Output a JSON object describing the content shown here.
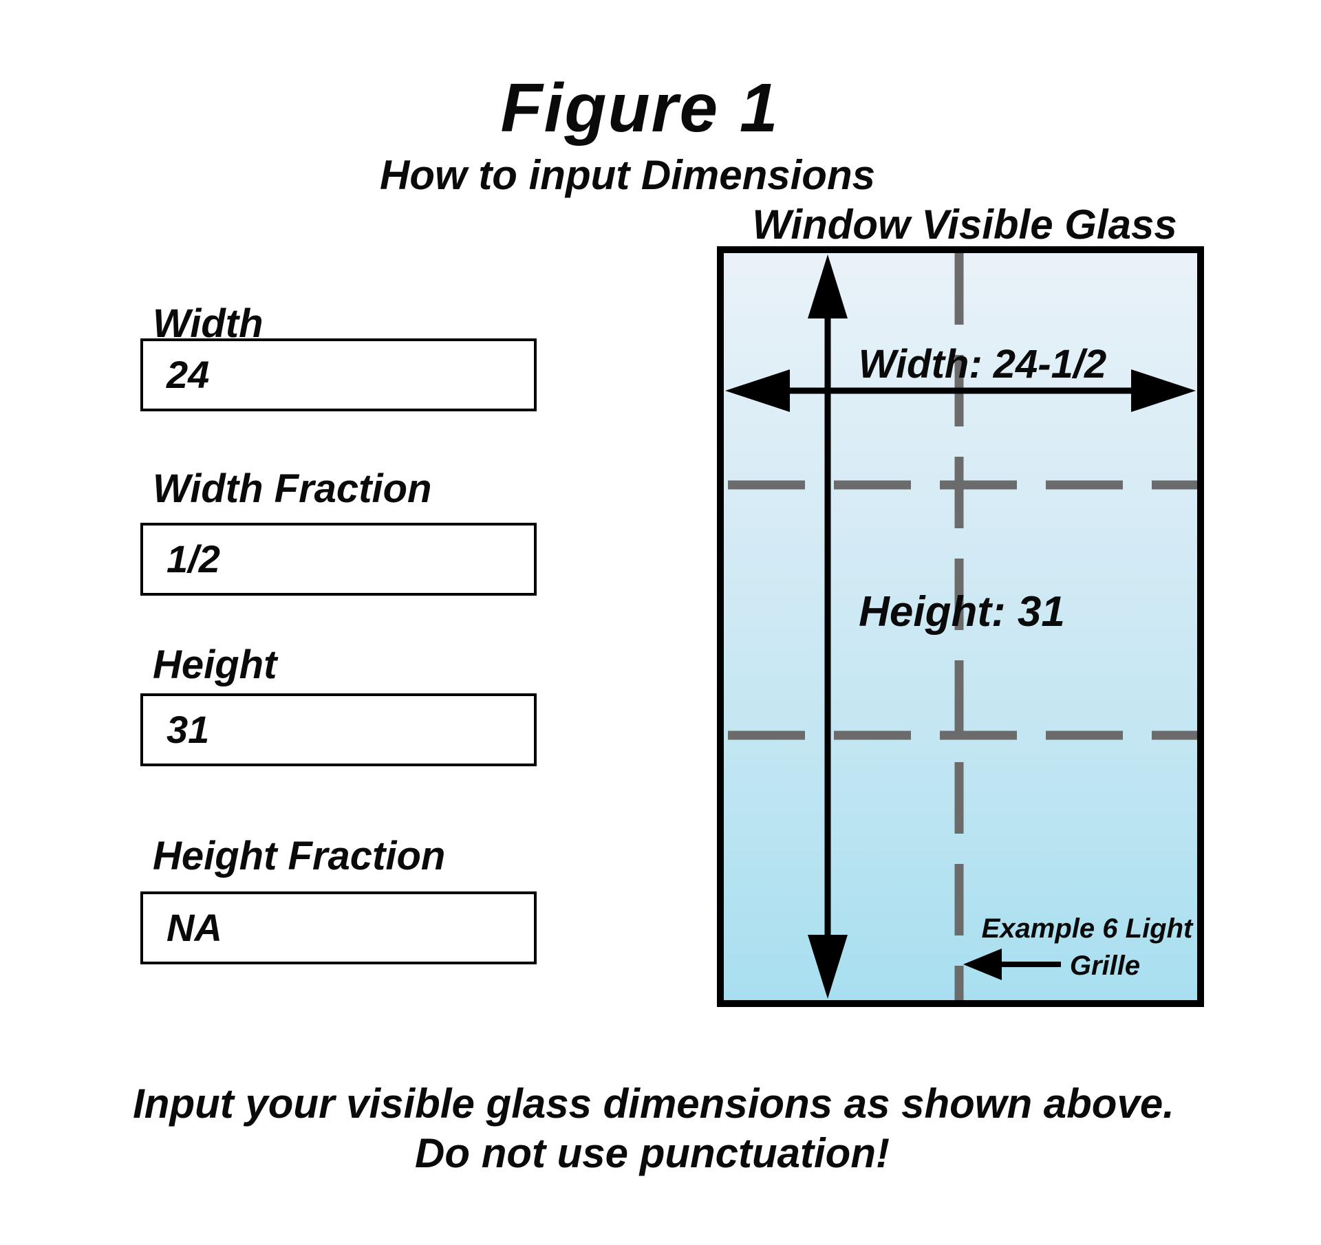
{
  "figure": {
    "title": "Figure 1",
    "subtitle": "How to input Dimensions"
  },
  "form": {
    "fields": [
      {
        "label": "Width",
        "value": "24"
      },
      {
        "label": "Width Fraction",
        "value": "1/2"
      },
      {
        "label": "Height",
        "value": "31"
      },
      {
        "label": "Height Fraction",
        "value": "NA"
      }
    ]
  },
  "diagram": {
    "title": "Window Visible Glass",
    "width_annotation": "Width: 24-1/2",
    "height_annotation": "Height: 31",
    "grille_note": {
      "line1": "Example 6 Light",
      "line2": "Grille"
    },
    "grille_lights": 6,
    "colors": {
      "glass_top": "#e7f1f8",
      "glass_bottom": "#a8dff0",
      "grille_gray": "#6b6b6b",
      "frame_black": "#000000"
    }
  },
  "footer": {
    "line1": "Input your visible glass dimensions as shown above.",
    "line2": "Do not use punctuation!"
  }
}
